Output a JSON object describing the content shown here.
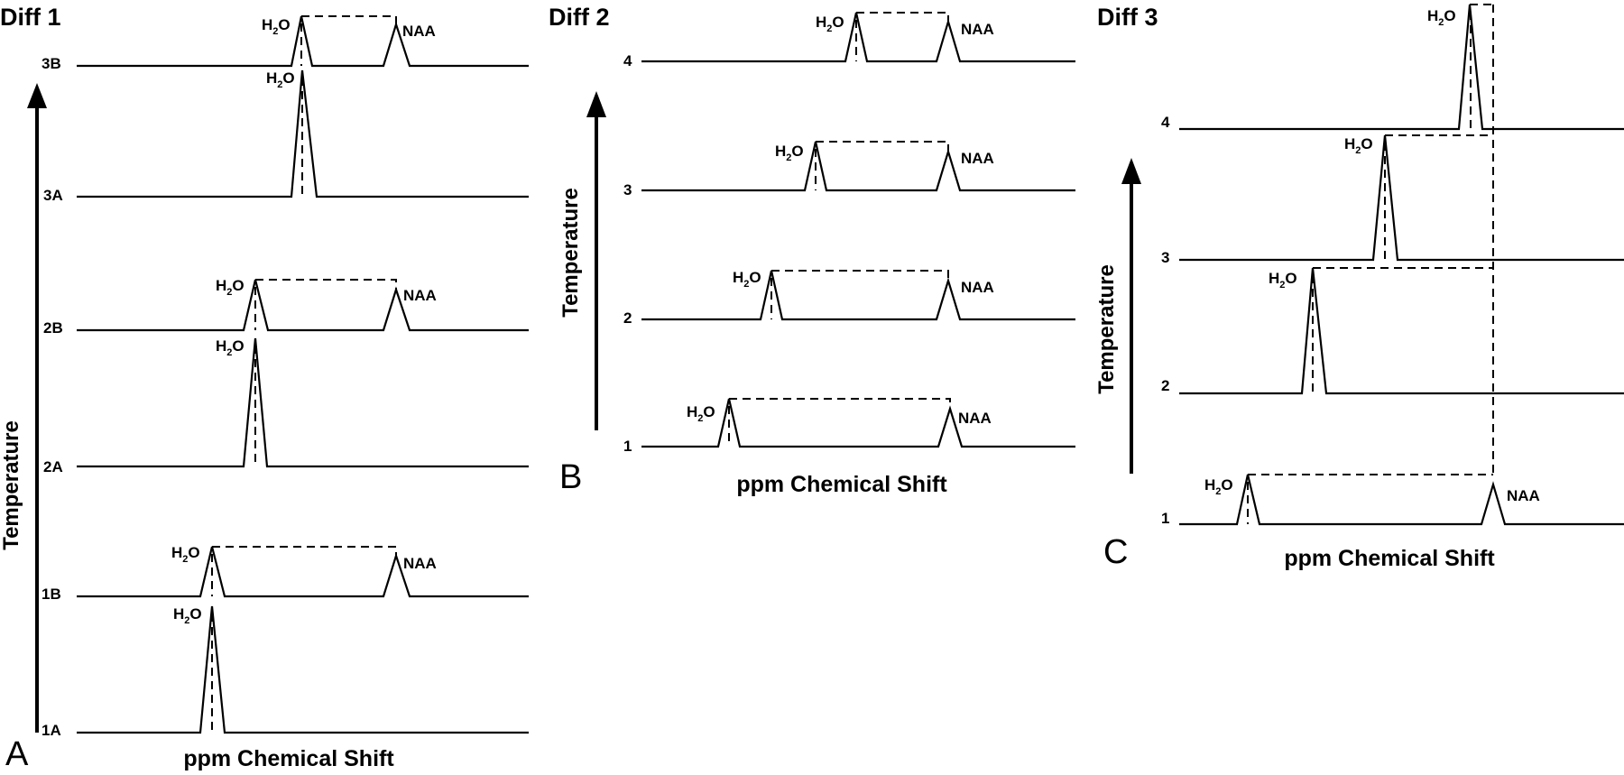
{
  "panels": [
    {
      "id": "A",
      "title": "Diff 1",
      "letter": "A",
      "axis_label": "Temperature",
      "xlabel": "ppm Chemical Shift",
      "spectra": [
        {
          "label": "3B",
          "peaks": [
            {
              "name": "H2O",
              "kind": "small"
            },
            {
              "name": "NAA",
              "kind": "small"
            }
          ]
        },
        {
          "label": "3A",
          "peaks": [
            {
              "name": "H2O",
              "kind": "tall"
            }
          ]
        },
        {
          "label": "2B",
          "peaks": [
            {
              "name": "H2O",
              "kind": "small"
            },
            {
              "name": "NAA",
              "kind": "small"
            }
          ]
        },
        {
          "label": "2A",
          "peaks": [
            {
              "name": "H2O",
              "kind": "tall"
            }
          ]
        },
        {
          "label": "1B",
          "peaks": [
            {
              "name": "H2O",
              "kind": "small"
            },
            {
              "name": "NAA",
              "kind": "small"
            }
          ]
        },
        {
          "label": "1A",
          "peaks": [
            {
              "name": "H2O",
              "kind": "tall"
            }
          ]
        }
      ]
    },
    {
      "id": "B",
      "title": "Diff 2",
      "letter": "B",
      "axis_label": "Temperature",
      "xlabel": "ppm Chemical Shift",
      "spectra": [
        {
          "label": "4",
          "peaks": [
            {
              "name": "H2O",
              "kind": "small"
            },
            {
              "name": "NAA",
              "kind": "small"
            }
          ]
        },
        {
          "label": "3",
          "peaks": [
            {
              "name": "H2O",
              "kind": "small"
            },
            {
              "name": "NAA",
              "kind": "small"
            }
          ]
        },
        {
          "label": "2",
          "peaks": [
            {
              "name": "H2O",
              "kind": "small"
            },
            {
              "name": "NAA",
              "kind": "small"
            }
          ]
        },
        {
          "label": "1",
          "peaks": [
            {
              "name": "H2O",
              "kind": "small"
            },
            {
              "name": "NAA",
              "kind": "small"
            }
          ]
        }
      ]
    },
    {
      "id": "C",
      "title": "Diff 3",
      "letter": "C",
      "axis_label": "Temperature",
      "xlabel": "ppm Chemical Shift",
      "spectra": [
        {
          "label": "4",
          "peaks": [
            {
              "name": "H2O",
              "kind": "tall"
            }
          ]
        },
        {
          "label": "3",
          "peaks": [
            {
              "name": "H2O",
              "kind": "tall"
            }
          ]
        },
        {
          "label": "2",
          "peaks": [
            {
              "name": "H2O",
              "kind": "tall"
            }
          ]
        },
        {
          "label": "1",
          "peaks": [
            {
              "name": "H2O",
              "kind": "small"
            },
            {
              "name": "NAA",
              "kind": "small"
            }
          ]
        }
      ]
    }
  ],
  "peak_labels": {
    "water_main": "H",
    "water_sub": "2",
    "water_tail": "O",
    "naa": "NAA"
  },
  "colors": {
    "ink": "#000000",
    "background": "#ffffff"
  }
}
